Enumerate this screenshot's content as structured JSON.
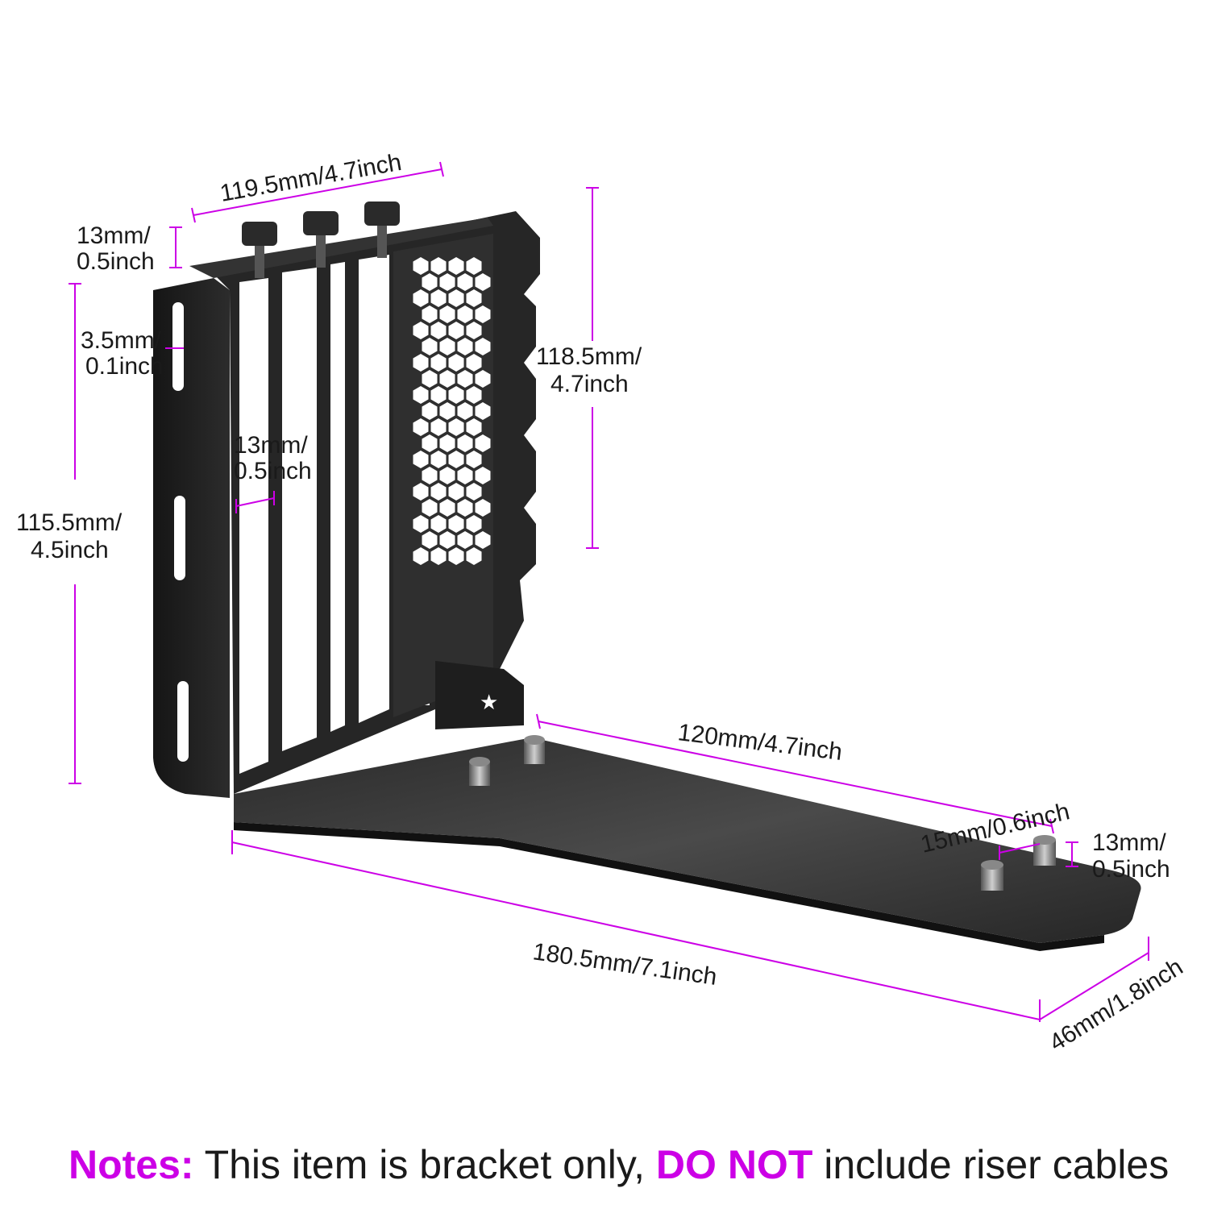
{
  "colors": {
    "accent": "#cc00e6",
    "metal_dark": "#1f1f1f",
    "metal_mid": "#3a3a3a",
    "text": "#1a1a1a"
  },
  "dimensions": {
    "top_width": "119.5mm/4.7inch",
    "screw_height_l1": "13mm/",
    "screw_height_l2": "0.5inch",
    "slot_width_l1": "3.5mm/",
    "slot_width_l2": "0.1inch",
    "bracket_height_l1": "115.5mm/",
    "bracket_height_l2": "4.5inch",
    "gap_l1": "13mm/",
    "gap_l2": "0.5inch",
    "pci_height_l1": "118.5mm/",
    "pci_height_l2": "4.7inch",
    "arm_length": "120mm/4.7inch",
    "hole_spacing": "15mm/0.6inch",
    "standoff_l1": "13mm/",
    "standoff_l2": "0.5inch",
    "total_length": "180.5mm/7.1inch",
    "depth": "46mm/1.8inch"
  },
  "note": {
    "label": "Notes:",
    "text1": " This item is bracket only, ",
    "emphasis": "DO NOT",
    "text2": " include riser cables"
  },
  "icons": {
    "star": "★"
  }
}
